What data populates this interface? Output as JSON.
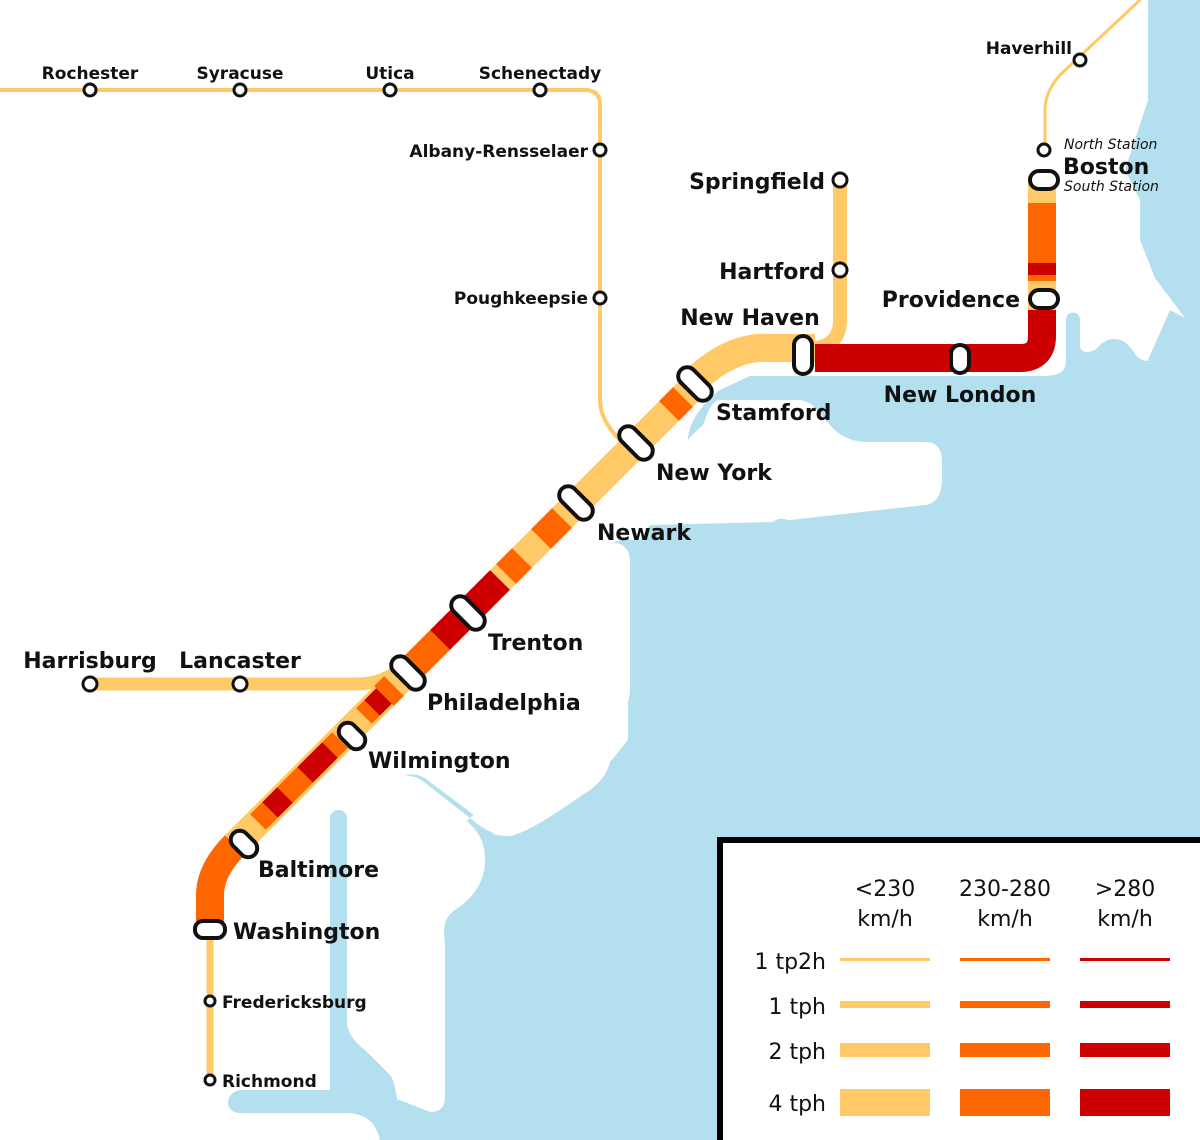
{
  "colors": {
    "water": "#b3dfef",
    "slow": "#fec966",
    "medium": "#ff6600",
    "fast": "#cc0000",
    "stroke": "#111111"
  },
  "stations": {
    "rochester": "Rochester",
    "syracuse": "Syracuse",
    "utica": "Utica",
    "schenectady": "Schenectady",
    "albany": "Albany-Rensselaer",
    "poughkeepsie": "Poughkeepsie",
    "haverhill": "Haverhill",
    "north_station": "North Station",
    "boston": "Boston",
    "south_station": "South Station",
    "springfield": "Springfield",
    "hartford": "Hartford",
    "providence": "Providence",
    "new_haven": "New Haven",
    "new_london": "New London",
    "stamford": "Stamford",
    "new_york": "New York",
    "newark": "Newark",
    "trenton": "Trenton",
    "harrisburg": "Harrisburg",
    "lancaster": "Lancaster",
    "philadelphia": "Philadelphia",
    "wilmington": "Wilmington",
    "baltimore": "Baltimore",
    "washington": "Washington",
    "fredericksburg": "Fredericksburg",
    "richmond": "Richmond"
  },
  "legend": {
    "columns": [
      {
        "line1": "<230",
        "line2": "km/h",
        "color": "#fec966"
      },
      {
        "line1": "230-280",
        "line2": "km/h",
        "color": "#ff6600"
      },
      {
        "line1": ">280",
        "line2": "km/h",
        "color": "#cc0000"
      }
    ],
    "rows": [
      {
        "label": "1 tp2h",
        "thickness": 3
      },
      {
        "label": "1 tph",
        "thickness": 7
      },
      {
        "label": "2 tph",
        "thickness": 14
      },
      {
        "label": "4 tph",
        "thickness": 27
      }
    ]
  }
}
